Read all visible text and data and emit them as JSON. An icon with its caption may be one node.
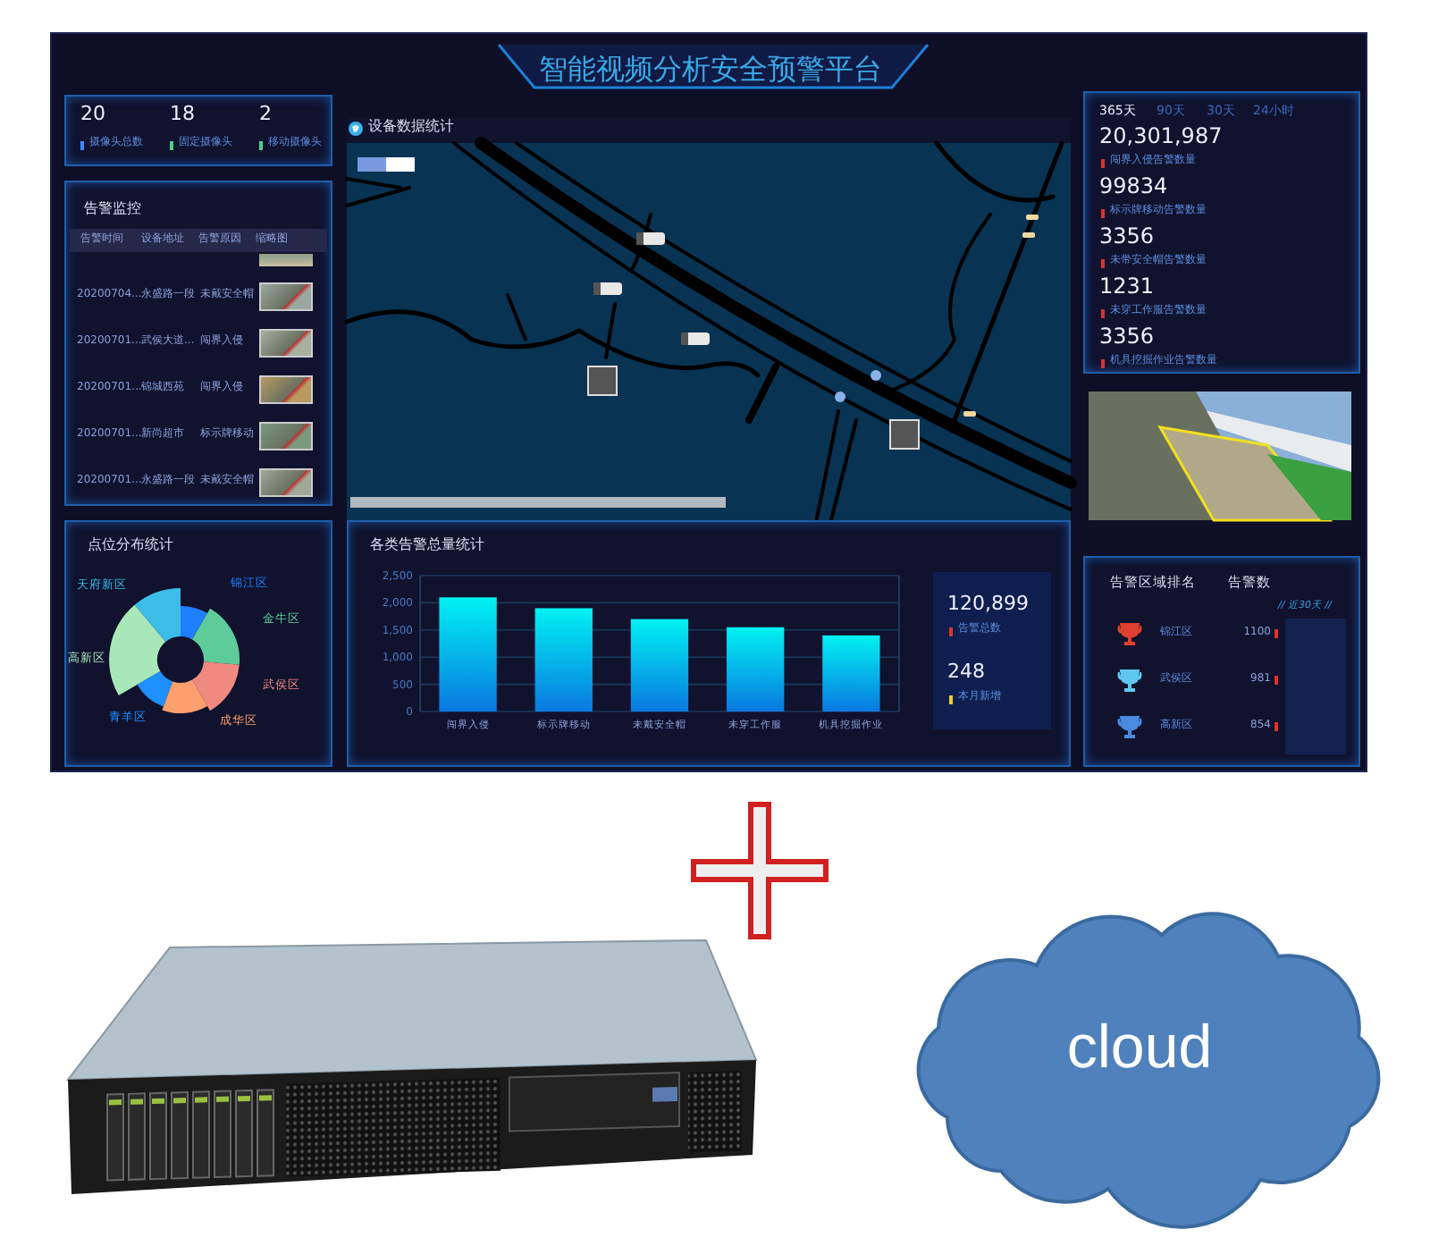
{
  "diagram": {
    "nodes": [
      {
        "text": [
          "智能视频分析安全预警平台"
        ]
      },
      {
        "text": [
          "20",
          "摄像头总数",
          "18",
          "固定摄像头",
          "2",
          "移动摄像头"
        ],
        "in": 0
      },
      {
        "text": [
          "告警监控",
          "告警时间",
          "设备地址",
          "告警原因",
          "缩略图",
          "20200704...",
          "永盛路一段",
          "未戴安全帽",
          "20200701...",
          "武侯大道...",
          "闯界入侵",
          "20200701...",
          "锦城西苑",
          "闯界入侵",
          "20200701...",
          "新尚超市",
          "标示牌移动",
          "20200701...",
          "永盛路一段",
          "未戴安全帽"
        ],
        "in": 0
      },
      {
        "text": [
          "设备数据统计"
        ],
        "in": 0
      },
      {
        "text": [
          "365天",
          "90天",
          "30天",
          "24小时",
          "20,301,987",
          "闯界入侵告警数量",
          "99834",
          "标示牌移动告警数量",
          "3356",
          "未带安全帽告警数量",
          "1231",
          "未穿工作服告警数量",
          "3356",
          "机具挖掘作业告警数量"
        ],
        "in": 0
      },
      {
        "text": [],
        "shape": "picture",
        "in": 0
      },
      {
        "text": [
          "点位分布统计",
          "天府新区",
          "锦江区",
          "金牛区",
          "高新区",
          "武侯区",
          "青羊区",
          "成华区"
        ],
        "in": 0
      },
      {
        "text": [
          "各类告警总量统计",
          "120,899",
          "告警总数",
          "248",
          "本月新增"
        ],
        "in": 0
      },
      {
        "text": [
          "告警区域排名",
          "告警数",
          "// 近30天 //",
          "锦江区",
          "1100",
          "武侯区",
          "981",
          "高新区",
          "854"
        ],
        "in": 0
      },
      {
        "text": [],
        "shape": "picture"
      },
      {
        "text": [
          "cloud"
        ]
      },
      {
        "text": [],
        "shape": "plus"
      }
    ],
    "chart_data": {
      "type": "bar",
      "categories": [
        "闯界入侵",
        "标示牌移动",
        "未戴安全帽",
        "未穿工作服",
        "机具挖掘作业"
      ],
      "values": [
        2100,
        1900,
        1700,
        1550,
        1400
      ],
      "ylim": [
        0,
        2500
      ],
      "grid": true,
      "yticks": [
        {
          "value": 0,
          "label": "0"
        },
        {
          "value": 500,
          "label": "500"
        },
        {
          "value": 1000,
          "label": "1,000"
        },
        {
          "value": 1500,
          "label": "1,500"
        },
        {
          "value": 2000,
          "label": "2,000"
        },
        {
          "value": 2500,
          "label": "2,500"
        }
      ]
    }
  }
}
